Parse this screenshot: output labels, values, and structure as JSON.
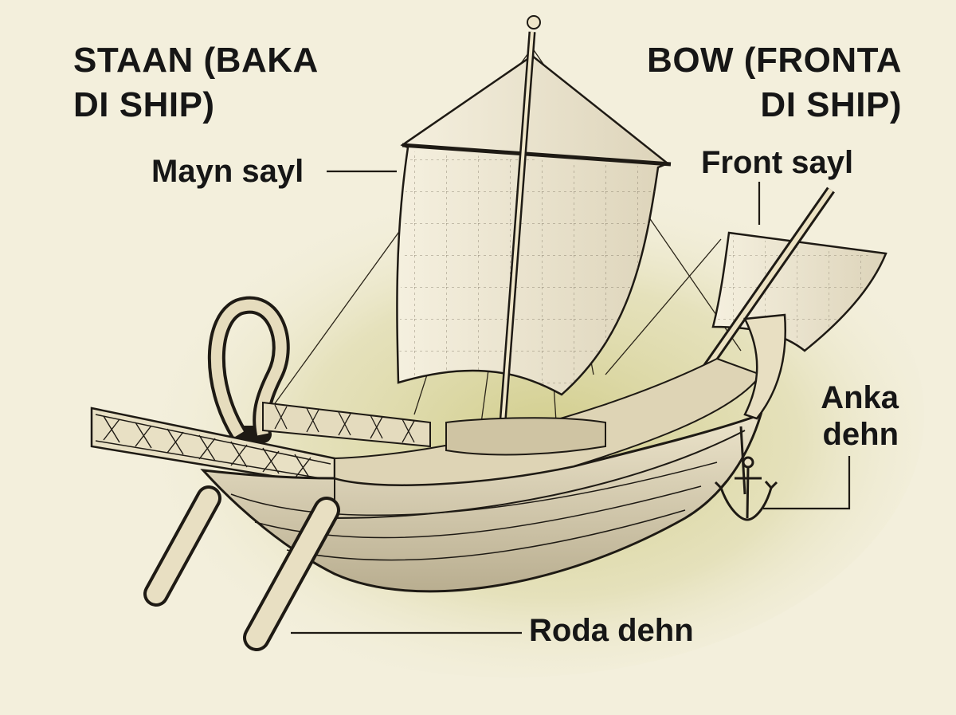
{
  "headings": {
    "stern": [
      "STAAN (BAKA",
      "DI SHIP)"
    ],
    "bow": [
      "BOW (FRONTA",
      "DI SHIP)"
    ]
  },
  "labels": {
    "main_sail": "Mayn sayl",
    "fore_sail": "Front sayl",
    "anchor": [
      "Anka",
      "dehn"
    ],
    "rudder": "Roda dehn"
  },
  "colors": {
    "background": "#f3efdc",
    "wash": "#d8d49a",
    "ink": "#1e1a14",
    "sail": "#efe9d6",
    "hull": "#e2d9bf"
  }
}
